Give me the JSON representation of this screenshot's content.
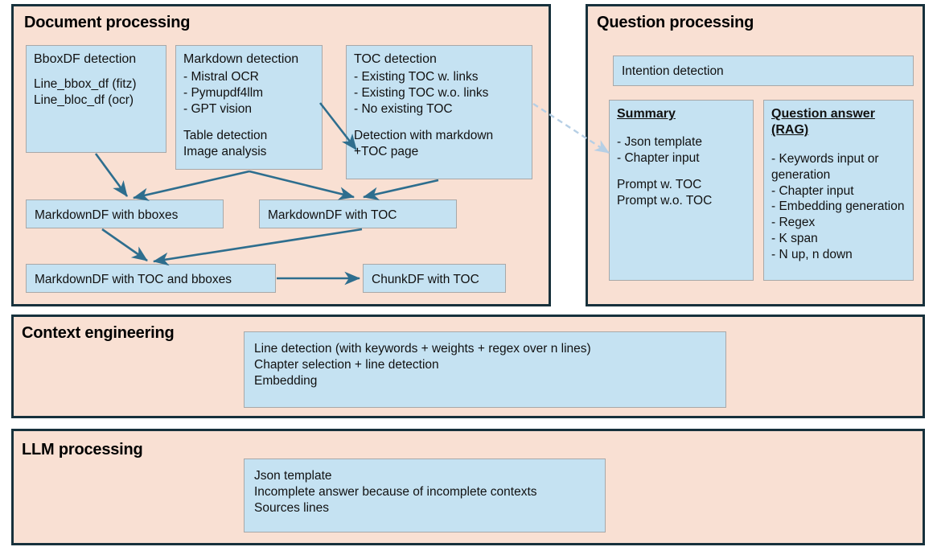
{
  "diagram": {
    "type": "flowchart",
    "colors": {
      "panel_fill": "#f9e0d3",
      "panel_border": "#17313c",
      "box_fill": "#c5e2f2",
      "box_border": "#a8a8a8",
      "arrow": "#2e6e8e",
      "dashed_arrow": "#b6cfe5"
    }
  },
  "panels": {
    "document_processing": {
      "title": "Document processing",
      "boxes": {
        "bboxdf_detection": {
          "heading": "BboxDF detection",
          "lines": [
            "Line_bbox_df (fitz)",
            "Line_bloc_df (ocr)"
          ]
        },
        "markdown_detection": {
          "heading": "Markdown detection",
          "lines": [
            "- Mistral OCR",
            "- Pymupdf4llm",
            "- GPT vision"
          ],
          "lines2": [
            "Table detection",
            "Image analysis"
          ]
        },
        "toc_detection": {
          "heading": "TOC detection",
          "lines": [
            "- Existing TOC w. links",
            "- Existing TOC w.o. links",
            "- No existing TOC"
          ],
          "lines2": [
            "Detection with markdown +TOC page"
          ]
        },
        "markdowndf_bboxes": {
          "label": "MarkdownDF with bboxes"
        },
        "markdowndf_toc": {
          "label": "MarkdownDF with TOC"
        },
        "markdowndf_toc_bboxes": {
          "label": "MarkdownDF with TOC and bboxes"
        },
        "chunkdf_toc": {
          "label": "ChunkDF with TOC"
        }
      }
    },
    "question_processing": {
      "title": "Question processing",
      "boxes": {
        "intention_detection": {
          "label": "Intention detection"
        },
        "summary": {
          "heading": "Summary",
          "lines": [
            "- Json template",
            "- Chapter input"
          ],
          "lines2": [
            "Prompt w. TOC",
            "Prompt w.o. TOC"
          ]
        },
        "question_answer": {
          "heading": "Question answer (RAG)",
          "lines": [
            "- Keywords input or generation",
            "- Chapter input",
            "- Embedding generation",
            "- Regex",
            "- K span",
            "- N up, n down"
          ]
        }
      }
    },
    "context_engineering": {
      "title": "Context engineering",
      "boxes": {
        "context_box": {
          "lines": [
            "Line detection (with keywords + weights + regex over n lines)",
            "Chapter selection + line detection",
            "Embedding"
          ]
        }
      }
    },
    "llm_processing": {
      "title": "LLM processing",
      "boxes": {
        "llm_box": {
          "lines": [
            "Json template",
            "Incomplete answer because of incomplete contexts",
            "Sources lines"
          ]
        }
      }
    }
  }
}
